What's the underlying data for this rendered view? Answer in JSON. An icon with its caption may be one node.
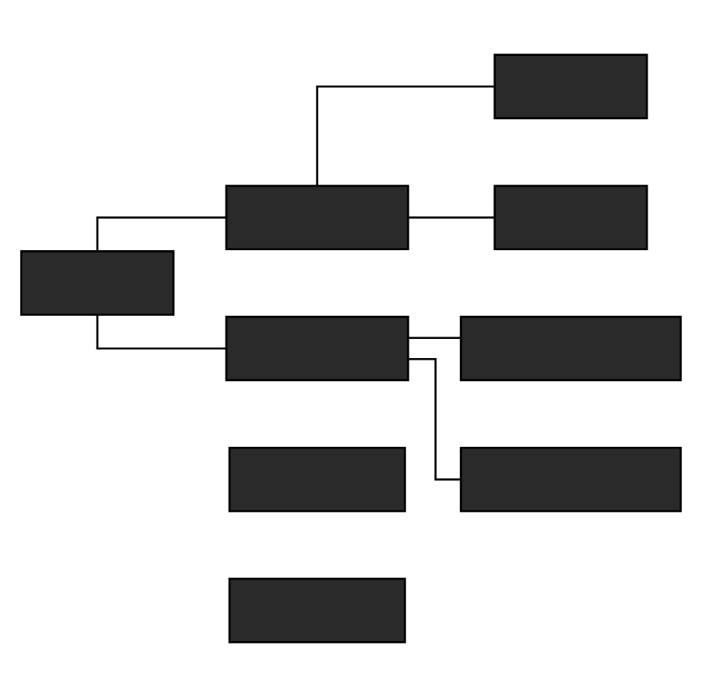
{
  "diagram": {
    "nodes": [
      {
        "text": [],
        "shape": "box"
      },
      {
        "text": [],
        "shape": "box"
      },
      {
        "text": [],
        "shape": "box"
      },
      {
        "text": [],
        "shape": "box"
      },
      {
        "text": [],
        "shape": "box"
      },
      {
        "text": [],
        "shape": "box"
      },
      {
        "text": [],
        "shape": "box"
      },
      {
        "text": [],
        "shape": "box"
      },
      {
        "text": [],
        "shape": "box"
      }
    ],
    "edges": [
      {
        "from": 0,
        "to": 1,
        "arrow": "none"
      },
      {
        "from": 0,
        "to": 4,
        "arrow": "none"
      },
      {
        "from": 1,
        "to": 2,
        "arrow": "none"
      },
      {
        "from": 1,
        "to": 3,
        "arrow": "none"
      },
      {
        "from": 4,
        "to": 5,
        "arrow": "none"
      },
      {
        "from": 4,
        "to": 6,
        "arrow": "none"
      }
    ]
  }
}
